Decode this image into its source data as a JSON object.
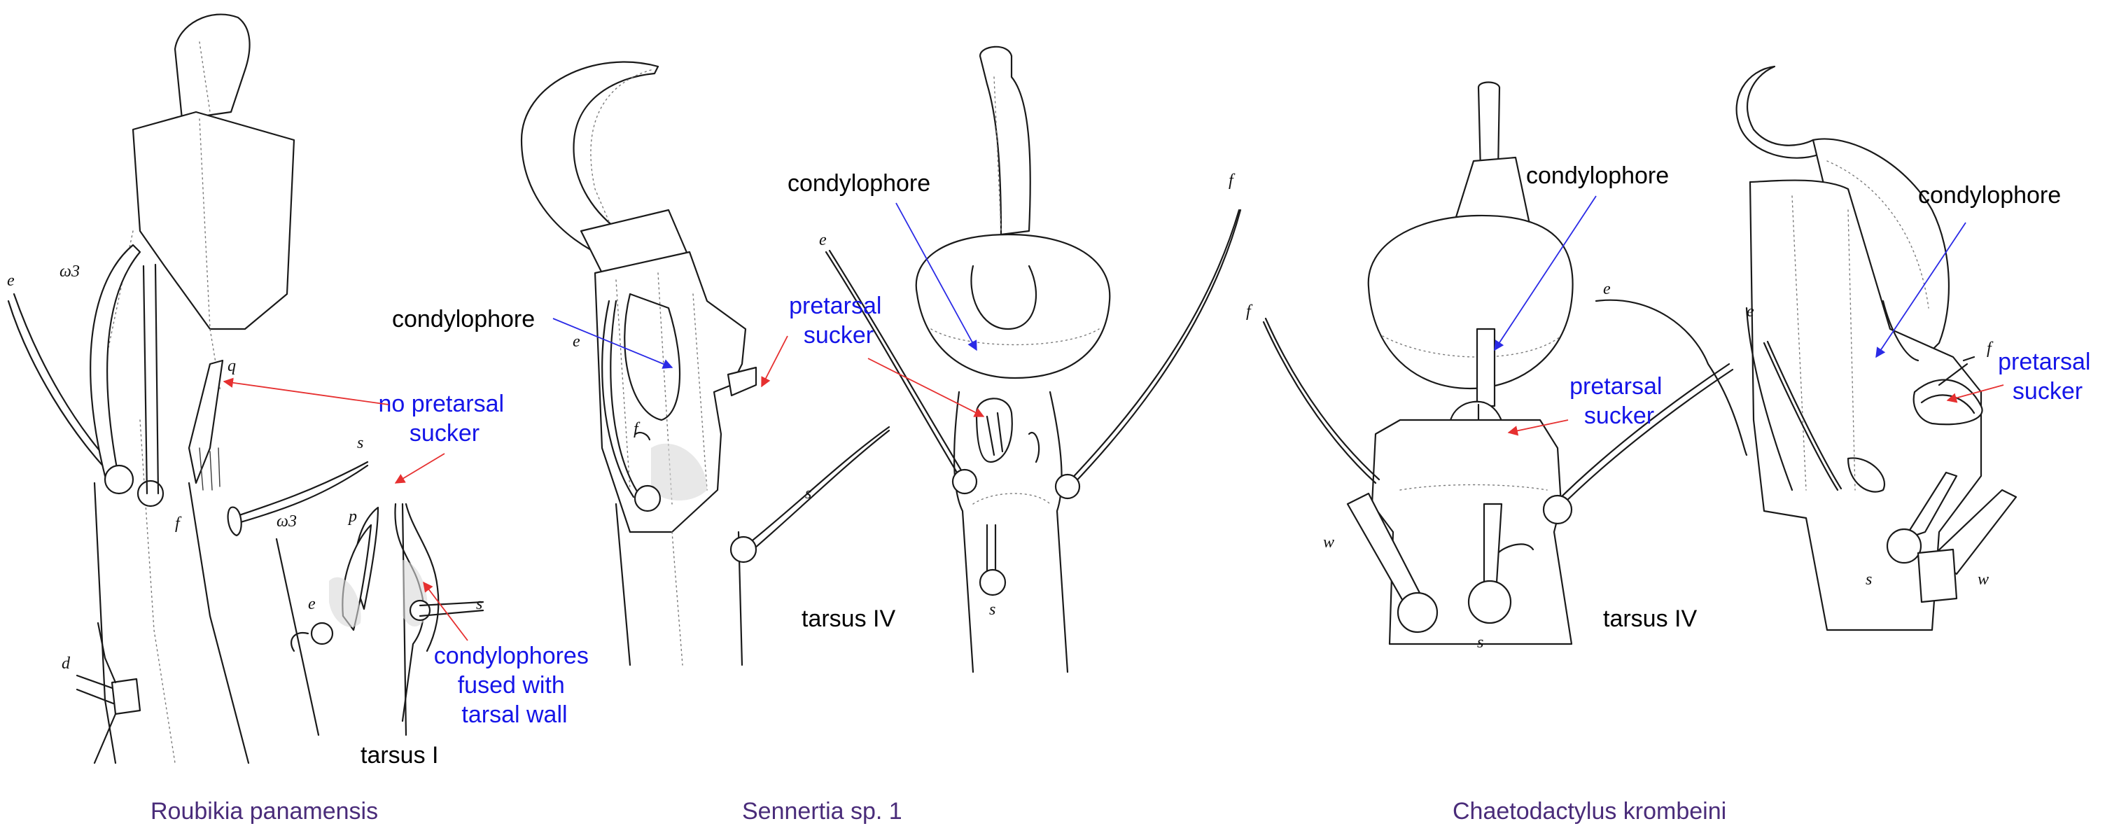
{
  "panels": [
    {
      "species": "Roubikia panamensis",
      "tarsus": "tarsus I",
      "labels": {
        "no_pretarsal_sucker": [
          "no pretarsal",
          "sucker"
        ],
        "condylophores_fused": [
          "condylophores",
          "fused with",
          "tarsal wall"
        ]
      },
      "setae": [
        "e",
        "ω3",
        "q",
        "f",
        "s",
        "ω3",
        "p",
        "e",
        "s",
        "d"
      ]
    },
    {
      "species": "Sennertia sp. 1",
      "tarsus": "tarsus IV",
      "labels": {
        "condylophore_a": "condylophore",
        "condylophore_b": "condylophore",
        "pretarsal_sucker": [
          "pretarsal",
          "sucker"
        ]
      },
      "setae": [
        "e",
        "f",
        "e",
        "s",
        "s"
      ]
    },
    {
      "species": "Chaetodactylus krombeini",
      "tarsus": "tarsus IV",
      "labels": {
        "condylophore_a": "condylophore",
        "condylophore_b": "condylophore",
        "pretarsal_sucker_a": [
          "pretarsal",
          "sucker"
        ],
        "pretarsal_sucker_b": [
          "pretarsal",
          "sucker"
        ]
      },
      "setae": [
        "f",
        "f",
        "e",
        "e",
        "w",
        "s",
        "f",
        "s",
        "w"
      ]
    }
  ],
  "colors": {
    "label_black": "#000000",
    "label_blue": "#1515e8",
    "species": "#4a2c7a",
    "arrow_blue": "#2a2ae6",
    "arrow_red": "#e63030"
  }
}
